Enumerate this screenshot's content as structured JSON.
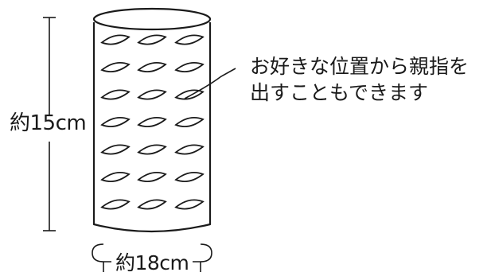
{
  "labels": {
    "height": "約15cm",
    "width": "約18cm",
    "note": [
      "お好きな位置から親指を",
      "出すこともできます"
    ]
  },
  "grid": {
    "rows": 7,
    "cols": 3
  },
  "colors": {
    "ink": "#1a1a1a",
    "background": "#ffffff"
  }
}
